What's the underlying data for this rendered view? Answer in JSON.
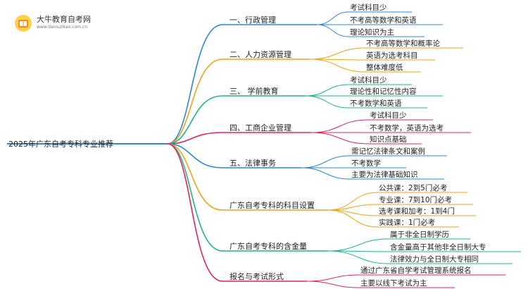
{
  "logo": {
    "title": "大牛教育自考网",
    "url": "www.daniuzikao.com.cn",
    "icon": "book-icon"
  },
  "root": "2025年广东自考专科专业推荐",
  "branches": [
    {
      "label": "一、行政管理",
      "color": "#2f86d6",
      "leaves": [
        "考试科目少",
        "不考高等数学和英语",
        "理论知识为主"
      ]
    },
    {
      "label": "二、人力资源管理",
      "color": "#f0a21a",
      "leaves": [
        "不考高等数学和概率论",
        "英语为选考科目",
        "整体难度低"
      ]
    },
    {
      "label": "三、 学前教育",
      "color": "#1fb48a",
      "leaves": [
        "考试科目少",
        "理论性和记忆性内容",
        "不考数学和英语"
      ]
    },
    {
      "label": "四、工商企业管理",
      "color": "#e0245e",
      "leaves": [
        "考试科目少",
        "不考数学，英语为选考",
        "知识点基础"
      ]
    },
    {
      "label": "五、法律事务",
      "color": "#2f86d6",
      "leaves": [
        "需记忆法律条文和案例",
        "不考数学",
        "主要为法律基础知识"
      ]
    },
    {
      "label": "广东自考专科的科目设置",
      "color": "#f0a21a",
      "leaves": [
        "公共课：2到5门必考",
        "专业课：7到10门必考",
        "选考课和加考：1到4门",
        "实践课：1门必考"
      ]
    },
    {
      "label": "广东自考专科的含金量",
      "color": "#1fb48a",
      "leaves": [
        "属于非全日制学历",
        "含金量高于其他非全日制大专",
        "法律效力与全日制大专相同"
      ]
    },
    {
      "label": "报名与考试形式",
      "color": "#e0245e",
      "leaves": [
        "通过广东省自学考试管理系统报名",
        "主要以线下考试为主"
      ]
    }
  ]
}
